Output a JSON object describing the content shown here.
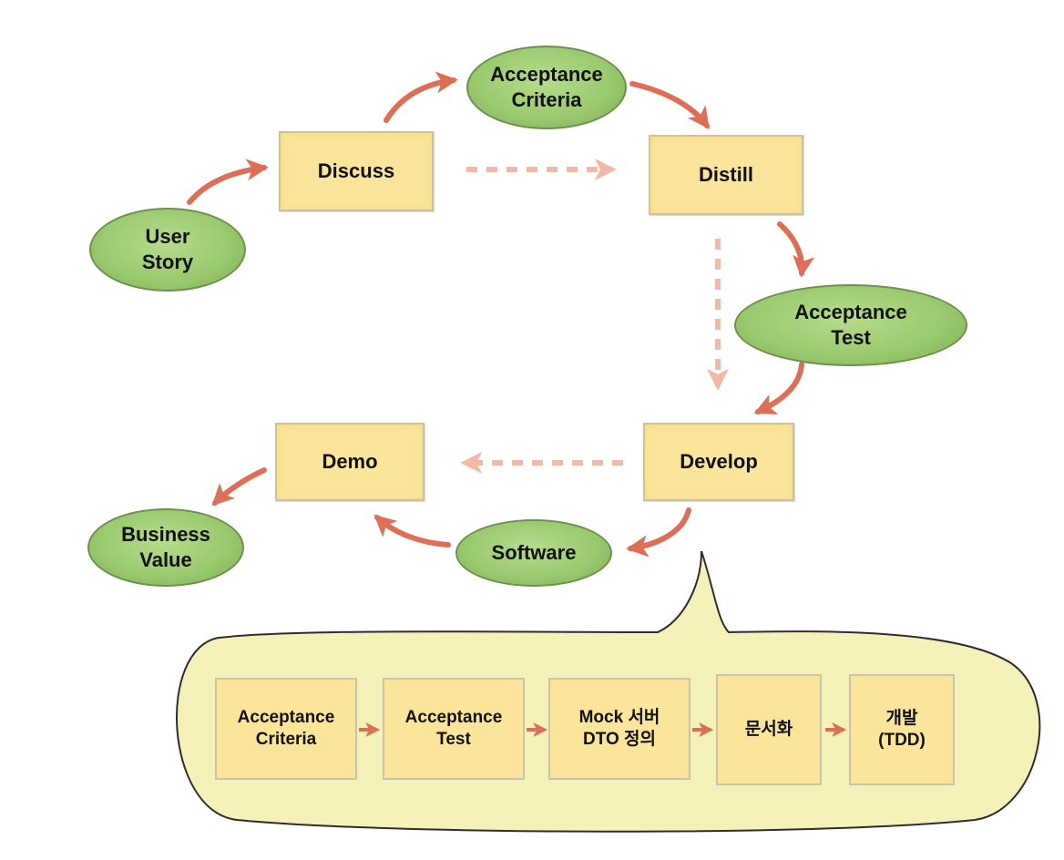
{
  "colors": {
    "arrow_solid": "#de6e55",
    "arrow_dashed": "#f3b8a6",
    "box_fill": "#fbe59a",
    "oval_fill": "#98c86c",
    "bubble_fill": "#f4f2b8"
  },
  "nodes": {
    "user_story": "User\nStory",
    "discuss": "Discuss",
    "acceptance_criteria": "Acceptance\nCriteria",
    "distill": "Distill",
    "acceptance_test": "Acceptance\nTest",
    "develop": "Develop",
    "software": "Software",
    "demo": "Demo",
    "business_value": "Business\nValue"
  },
  "detail_steps": [
    "Acceptance\nCriteria",
    "Acceptance\nTest",
    "Mock 서버\nDTO 정의",
    "문서화",
    "개발\n(TDD)"
  ]
}
